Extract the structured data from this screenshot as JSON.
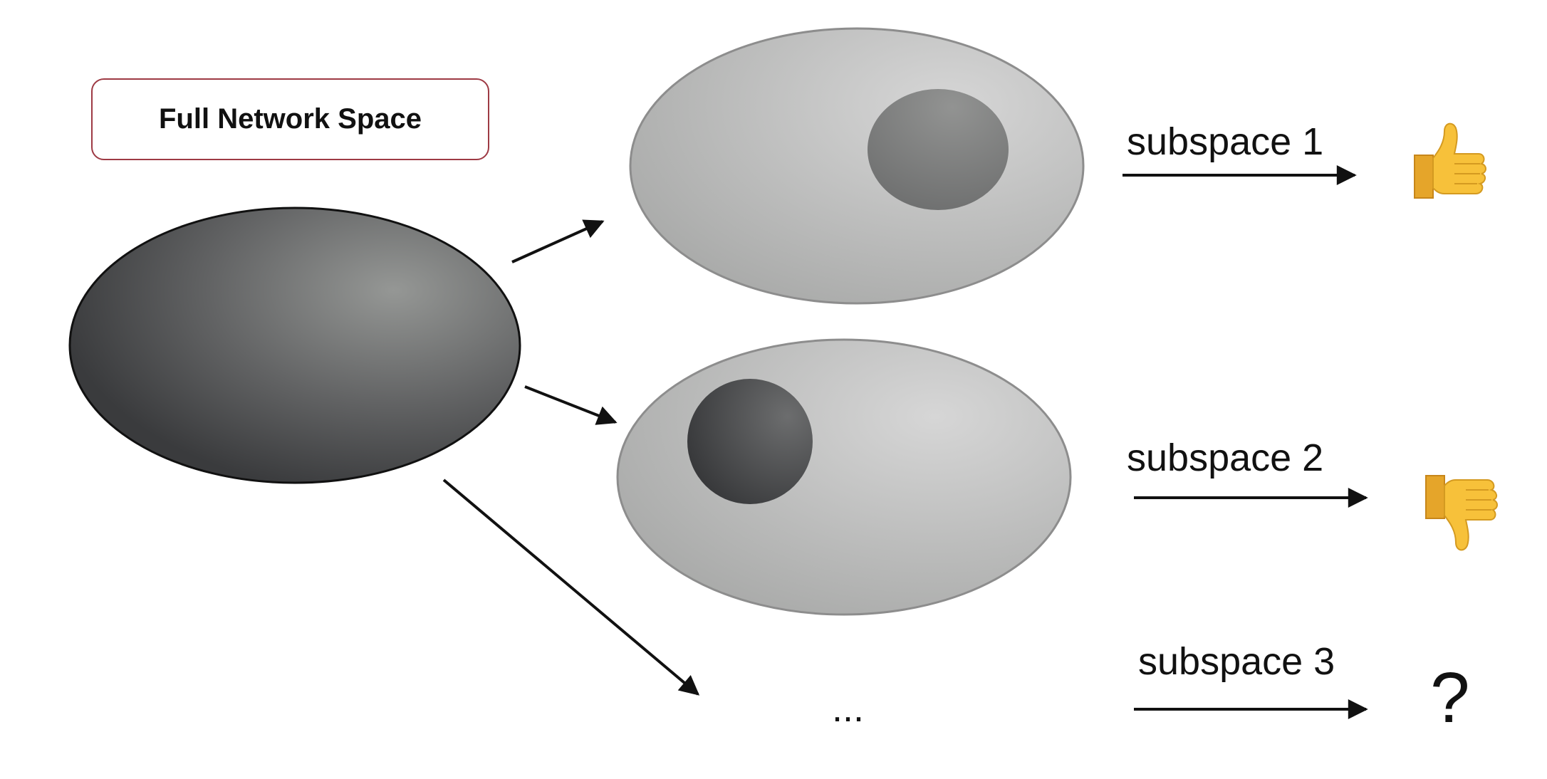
{
  "title": "Full Network Space",
  "subspaces": [
    {
      "label": "subspace 1",
      "outcome": "thumbs-up"
    },
    {
      "label": "subspace 2",
      "outcome": "thumbs-down"
    },
    {
      "label": "subspace 3",
      "outcome": "unknown"
    }
  ],
  "ellipsis": "...",
  "unknown_mark": "?",
  "colors": {
    "title_border": "#9e3a44",
    "full_space_dark": "#3a3b3d",
    "full_space_light": "#8e908f",
    "subspace_light": "#d4d4d4",
    "subspace_dark": "#aeafae",
    "emoji_yellow": "#f7c13a"
  }
}
